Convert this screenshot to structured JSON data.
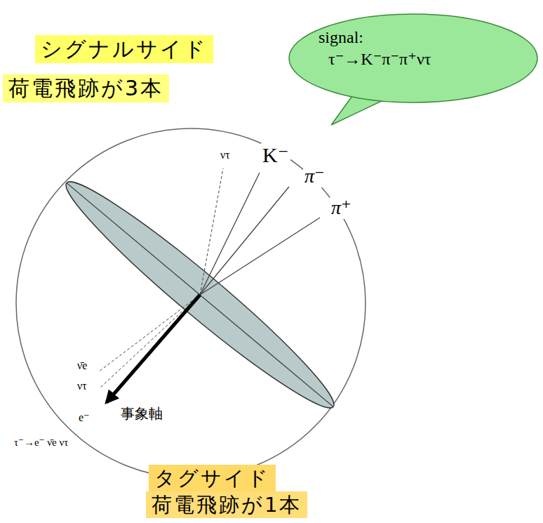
{
  "diagram": {
    "nodes": [
      {
        "text": [
          "signal:",
          "τ⁻→K⁻π⁻π⁺ντ"
        ]
      },
      {
        "text": [
          "シグナルサイド"
        ]
      },
      {
        "text": [
          "荷電飛跡が3本"
        ]
      },
      {
        "text": [
          "タグサイド"
        ]
      },
      {
        "text": [
          "荷電飛跡が1本"
        ]
      }
    ],
    "labels": [
      "K⁻",
      "π⁻",
      "π⁺",
      "ντ",
      "ν̄e",
      "ντ",
      "e⁻",
      "事象軸",
      "τ⁻→e⁻ ν̄e ντ"
    ]
  }
}
